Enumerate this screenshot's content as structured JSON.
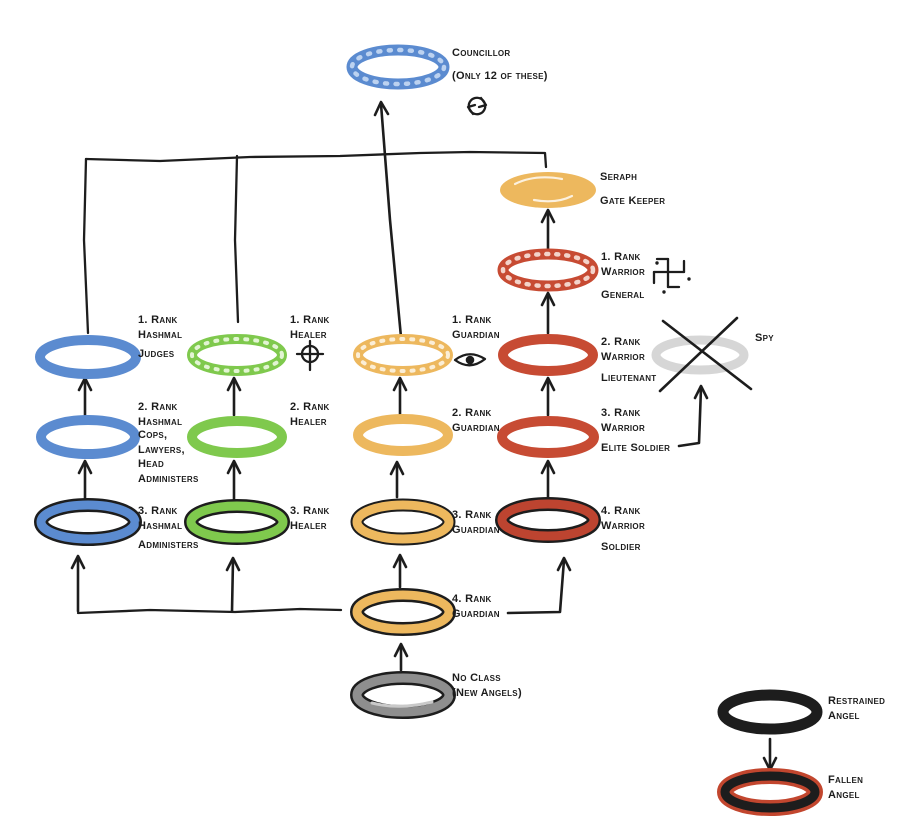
{
  "colors": {
    "blue": "#5b8bd0",
    "green": "#7fc94d",
    "orange": "#edb85e",
    "red": "#c74b33",
    "darkred": "#bd4430",
    "gray": "#8e8e8e",
    "lightgray": "#d6d6d6",
    "ink": "#1d1d1d",
    "fallen_glow": "#c2462e"
  },
  "icons": {
    "councillor": "cycle-arrows",
    "warrior_rank1": "manji-symbol",
    "healer_rank1": "crosshair-cross",
    "guardian_rank1": "eye"
  },
  "diagram": {
    "councillor": {
      "title": "Councillor",
      "note": "(Only 12 of these)"
    },
    "seraph": {
      "title": "Seraph",
      "role": "Gate Keeper"
    },
    "warrior": {
      "r1": "1. Rank\nWarrior",
      "r1_role": "General",
      "r2": "2. Rank\nWarrior",
      "r2_role": "Lieutenant",
      "r3": "3. Rank\nWarrior",
      "r3_role": "Elite Soldier",
      "r4": "4. Rank\nWarrior",
      "r4_role": "Soldier"
    },
    "hashmal": {
      "r1": "1. Rank\nHashmal",
      "r1_role": "Judges",
      "r2": "2. Rank\nHashmal",
      "r2_role": "Cops,\nLawyers,\nHead\nAdministers",
      "r3": "3. Rank\nHashmal",
      "r3_role": "Administers"
    },
    "healer": {
      "r1": "1. Rank\nHealer",
      "r2": "2. Rank\nHealer",
      "r3": "3. Rank\nHealer"
    },
    "guardian": {
      "r1": "1. Rank\nGuardian",
      "r2": "2. Rank\nGuardian",
      "r3": "3. Rank\nGuardian",
      "r4": "4. Rank\nGuardian"
    },
    "spy": {
      "label": "Spy"
    },
    "noclass": {
      "label": "No Class\n(New Angels)"
    },
    "legend": {
      "restrained": "Restrained\nAngel",
      "fallen": "Fallen\nAngel"
    }
  }
}
